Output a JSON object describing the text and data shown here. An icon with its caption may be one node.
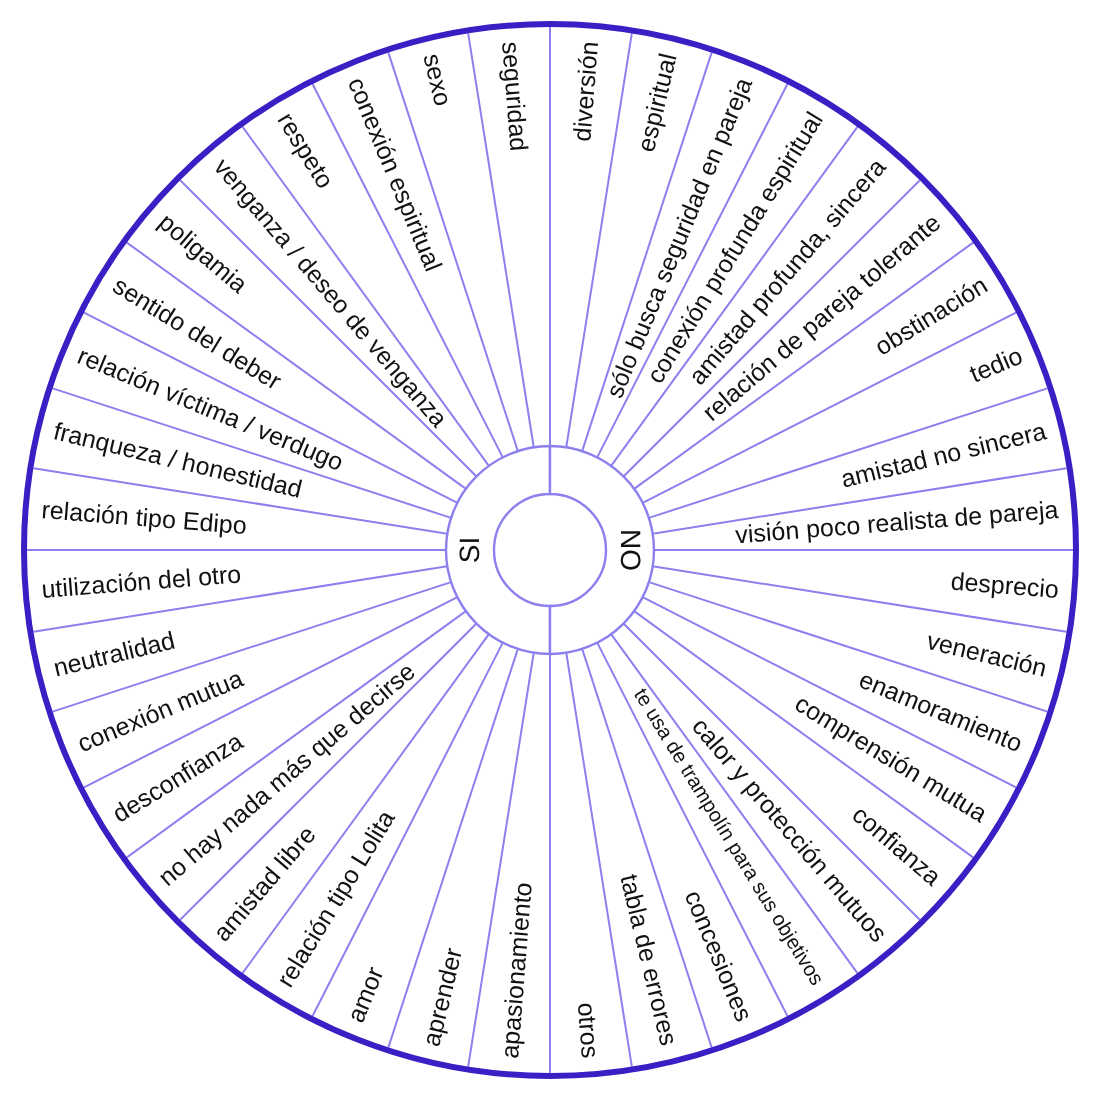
{
  "diagram": {
    "nodes": [
      {
        "text": [
          "SI"
        ]
      },
      {
        "text": [
          "seguridad"
        ]
      },
      {
        "text": [
          "sexo"
        ]
      },
      {
        "text": [
          "conexión espiritual"
        ]
      },
      {
        "text": [
          "respeto"
        ]
      },
      {
        "text": [
          "venganza / deseo de venganza"
        ]
      },
      {
        "text": [
          "poligamia"
        ]
      },
      {
        "text": [
          "sentido del deber"
        ]
      },
      {
        "text": [
          "relación víctima / verdugo"
        ]
      },
      {
        "text": [
          "franqueza / honestidad"
        ]
      },
      {
        "text": [
          "relación tipo Edipo"
        ]
      },
      {
        "text": [
          "utilización del otro"
        ]
      },
      {
        "text": [
          "neutralidad"
        ]
      },
      {
        "text": [
          "conexión mutua"
        ]
      },
      {
        "text": [
          "desconfianza"
        ]
      },
      {
        "text": [
          "no hay nada más que decirse"
        ]
      },
      {
        "text": [
          "amistad libre"
        ]
      },
      {
        "text": [
          "relación tipo Lolita"
        ]
      },
      {
        "text": [
          "amor"
        ]
      },
      {
        "text": [
          "aprender"
        ]
      },
      {
        "text": [
          "apasionamiento"
        ]
      },
      {
        "text": [
          "NO"
        ]
      },
      {
        "text": [
          "diversión"
        ]
      },
      {
        "text": [
          "espiritual"
        ]
      },
      {
        "text": [
          "sólo busca seguridad en pareja"
        ]
      },
      {
        "text": [
          "conexión profunda espiritual"
        ]
      },
      {
        "text": [
          "amistad profunda, sincera"
        ]
      },
      {
        "text": [
          "relación de pareja tolerante"
        ]
      },
      {
        "text": [
          "obstinación"
        ]
      },
      {
        "text": [
          "tedio"
        ]
      },
      {
        "text": [
          "amistad no sincera"
        ]
      },
      {
        "text": [
          "visión poco realista de pareja"
        ]
      },
      {
        "text": [
          "desprecio"
        ]
      },
      {
        "text": [
          "veneración"
        ]
      },
      {
        "text": [
          "enamoramiento"
        ]
      },
      {
        "text": [
          "comprensión mutua"
        ]
      },
      {
        "text": [
          "confianza"
        ]
      },
      {
        "text": [
          "calor y protección mutuos"
        ]
      },
      {
        "text": [
          "te usa de trampolín para sus objetivos"
        ]
      },
      {
        "text": [
          "concesiones"
        ]
      },
      {
        "text": [
          "tabla de errores"
        ]
      },
      {
        "text": [
          "otros"
        ]
      }
    ]
  }
}
